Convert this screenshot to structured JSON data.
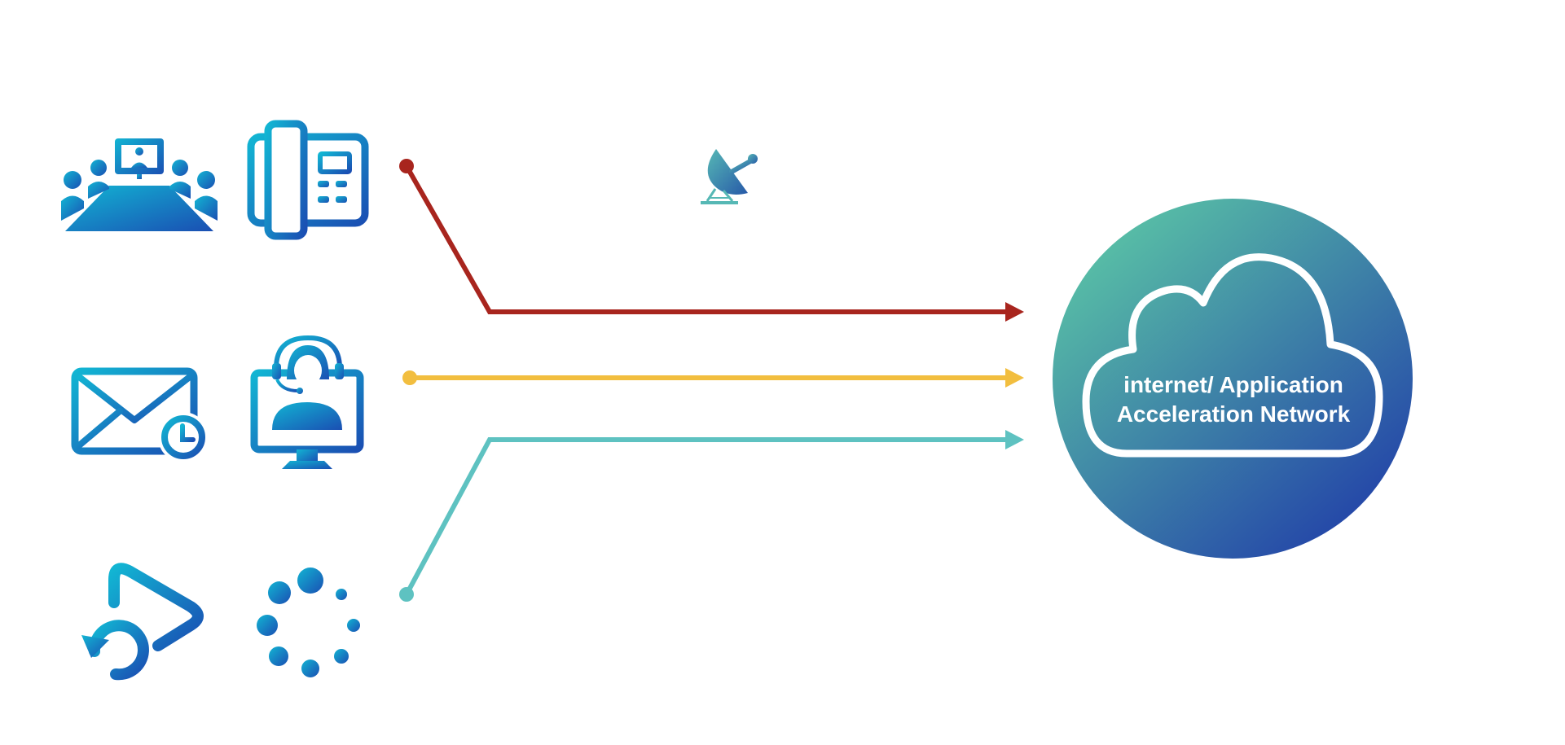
{
  "diagram": {
    "destination": {
      "label_line1": "internet/ Application",
      "label_line2": "Acceleration Network"
    },
    "links": [
      {
        "name": "red-link",
        "color": "#A8251E"
      },
      {
        "name": "yellow-link",
        "color": "#F2BE3F"
      },
      {
        "name": "teal-link",
        "color": "#5EC2C1"
      }
    ],
    "sources": [
      {
        "row": 1,
        "icons": [
          "video-conference-icon",
          "desk-phone-icon"
        ]
      },
      {
        "row": 2,
        "icons": [
          "scheduled-email-icon",
          "support-agent-icon"
        ]
      },
      {
        "row": 3,
        "icons": [
          "video-replay-icon",
          "loading-spinner-icon"
        ]
      }
    ],
    "extra_icons": [
      "satellite-dish-icon"
    ],
    "colors": {
      "icon_gradient_start": "#12B5D3",
      "icon_gradient_end": "#1A4FB3",
      "cloud_gradient_start": "#58BFA6",
      "cloud_gradient_end": "#2446A8"
    }
  }
}
